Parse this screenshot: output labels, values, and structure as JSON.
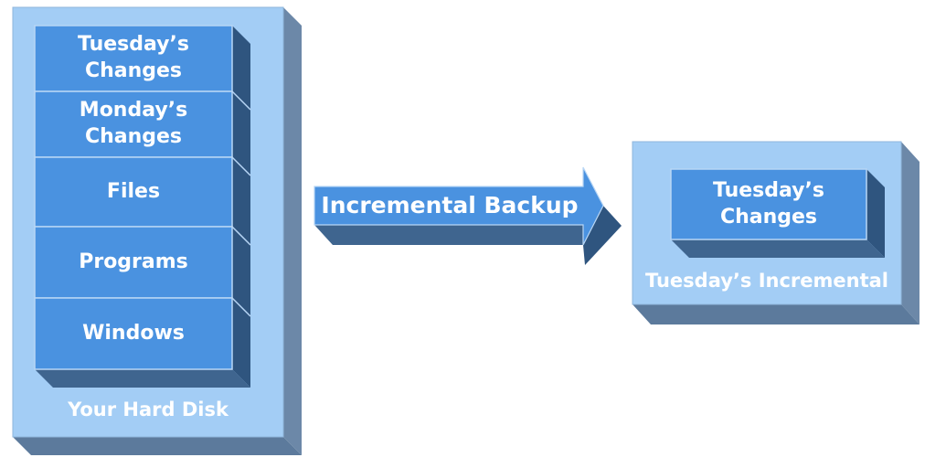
{
  "hard_disk": {
    "label": "Your Hard Disk",
    "layers": [
      {
        "label": "Tuesday’s\nChanges"
      },
      {
        "label": "Monday’s\nChanges"
      },
      {
        "label": "Files"
      },
      {
        "label": "Programs"
      },
      {
        "label": "Windows"
      }
    ]
  },
  "arrow": {
    "label": "Incremental Backup"
  },
  "backup": {
    "label": "Tuesday’s Incremental",
    "layers": [
      {
        "label": "Tuesday’s\nChanges"
      }
    ]
  },
  "colors": {
    "outer_face": "#a3cdf5",
    "outer_side": "#6c88a8",
    "outer_bottom": "#5c7a9c",
    "layer_face": "#4a92e0",
    "layer_side": "#2f557f",
    "layer_bottom": "#3f658f",
    "divider": "#b8d6f5"
  }
}
